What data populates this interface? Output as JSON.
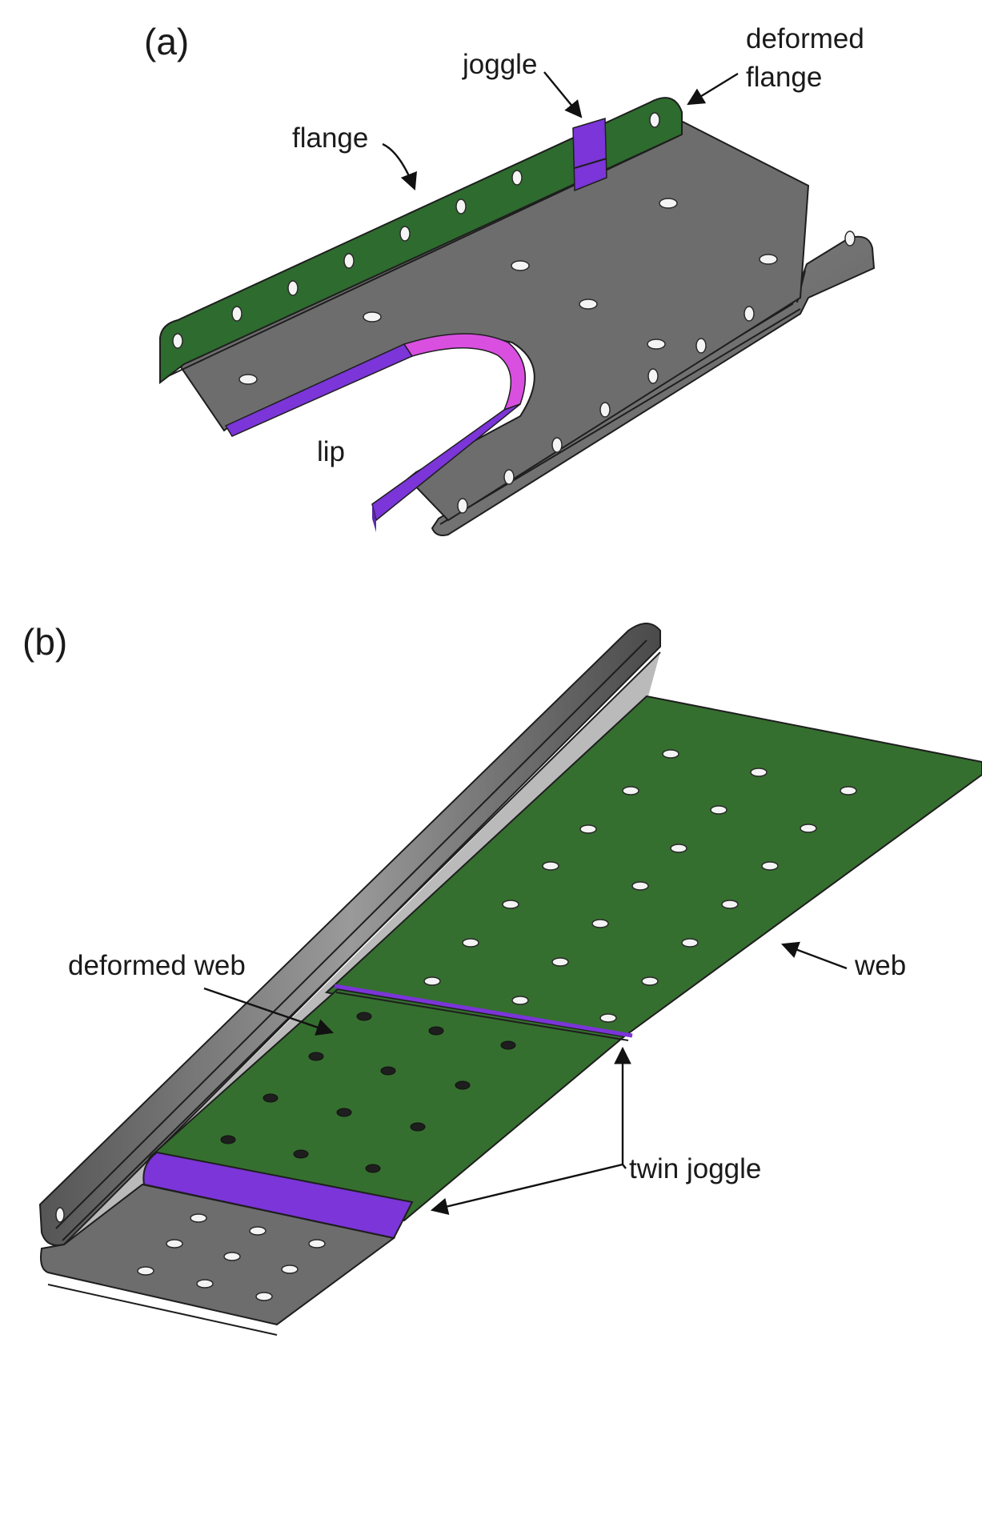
{
  "panel_a": {
    "label": "(a)",
    "annotations": {
      "joggle": "joggle",
      "deformed_flange_line1": "deformed",
      "deformed_flange_line2": "flange",
      "flange": "flange",
      "lip": "lip"
    }
  },
  "panel_b": {
    "label": "(b)",
    "annotations": {
      "deformed_web": "deformed web",
      "web": "web",
      "twin_joggle": "twin joggle"
    }
  },
  "colors": {
    "flange_green": "#2e6b2e",
    "web_green": "#356f2f",
    "part_gray": "#6e6e6e",
    "joggle_purple": "#7b35d8",
    "lip_magenta": "#d94fe0"
  }
}
